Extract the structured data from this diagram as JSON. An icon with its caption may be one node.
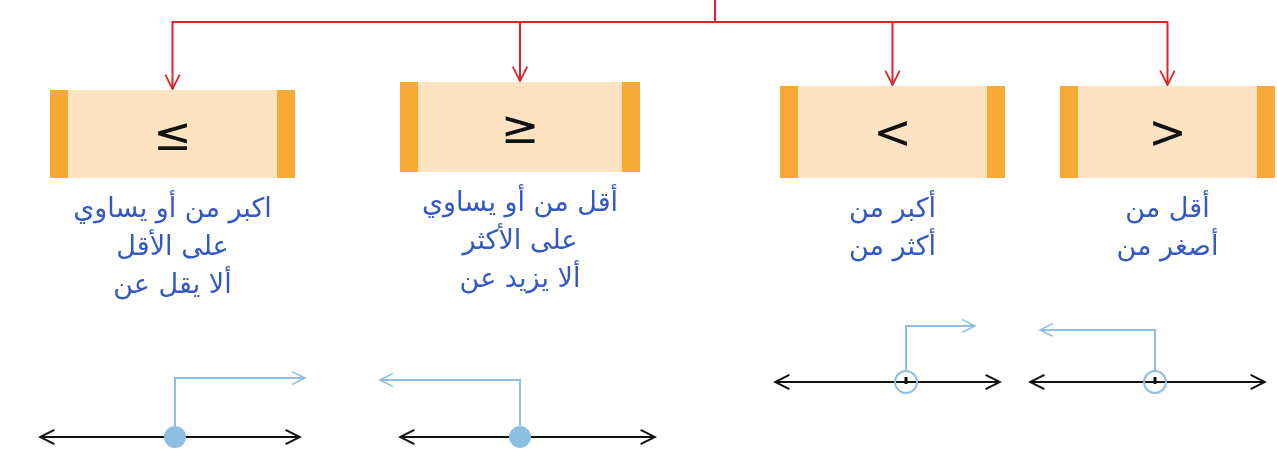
{
  "diagram": {
    "nodes": [
      {
        "text": [
          "≤"
        ],
        "beside": [
          "اكبر من أو يساوي",
          "على الأقل",
          "ألا يقل عن"
        ]
      },
      {
        "text": [
          "≥"
        ],
        "beside": [
          "أقل من أو يساوي",
          "على الأكثر",
          "ألا يزيد عن"
        ]
      },
      {
        "text": [
          "<"
        ],
        "beside": [
          "أكبر من",
          "أكثر من"
        ]
      },
      {
        "text": [
          ">"
        ],
        "beside": [
          "أقل من",
          "أصغر من"
        ]
      }
    ],
    "edges": [
      {
        "from": null,
        "to": 0,
        "arrow": "to"
      },
      {
        "from": null,
        "to": 1,
        "arrow": "to"
      },
      {
        "from": null,
        "to": 2,
        "arrow": "to"
      },
      {
        "from": null,
        "to": 3,
        "arrow": "to"
      }
    ]
  }
}
